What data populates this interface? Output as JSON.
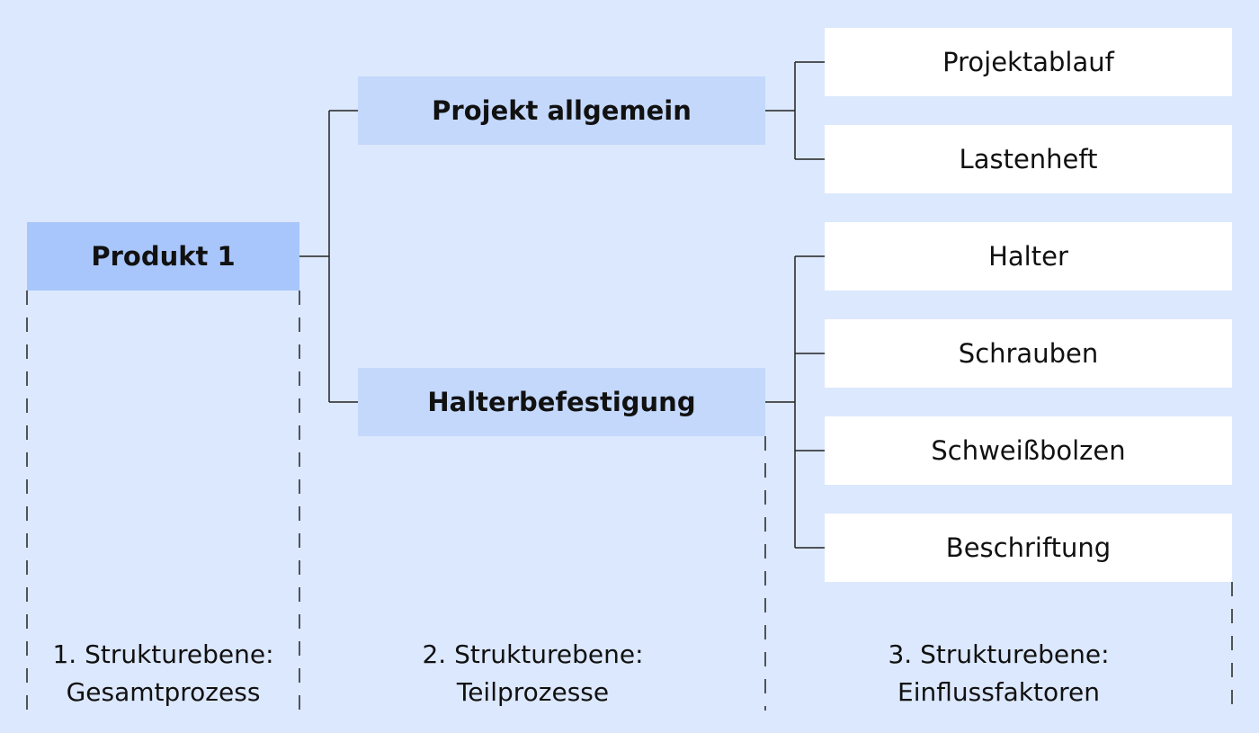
{
  "diagram": {
    "root": {
      "label": "Produkt 1"
    },
    "groups": [
      {
        "label": "Projekt allgemein",
        "children": [
          "Projektablauf",
          "Lastenheft"
        ]
      },
      {
        "label": "Halterbefestigung",
        "children": [
          "Halter",
          "Schrauben",
          "Schweißbolzen",
          "Beschriftung"
        ]
      }
    ],
    "levels": [
      {
        "line1": "1. Strukturebene:",
        "line2": "Gesamtprozess"
      },
      {
        "line1": "2. Strukturebene:",
        "line2": "Teilprozesse"
      },
      {
        "line1": "3. Strukturebene:",
        "line2": "Einflussfaktoren"
      }
    ],
    "colors": {
      "background": "#dce8fd",
      "root": "#a8c6fc",
      "group": "#c4d8fc",
      "leaf": "#ffffff",
      "line": "#222222"
    }
  }
}
